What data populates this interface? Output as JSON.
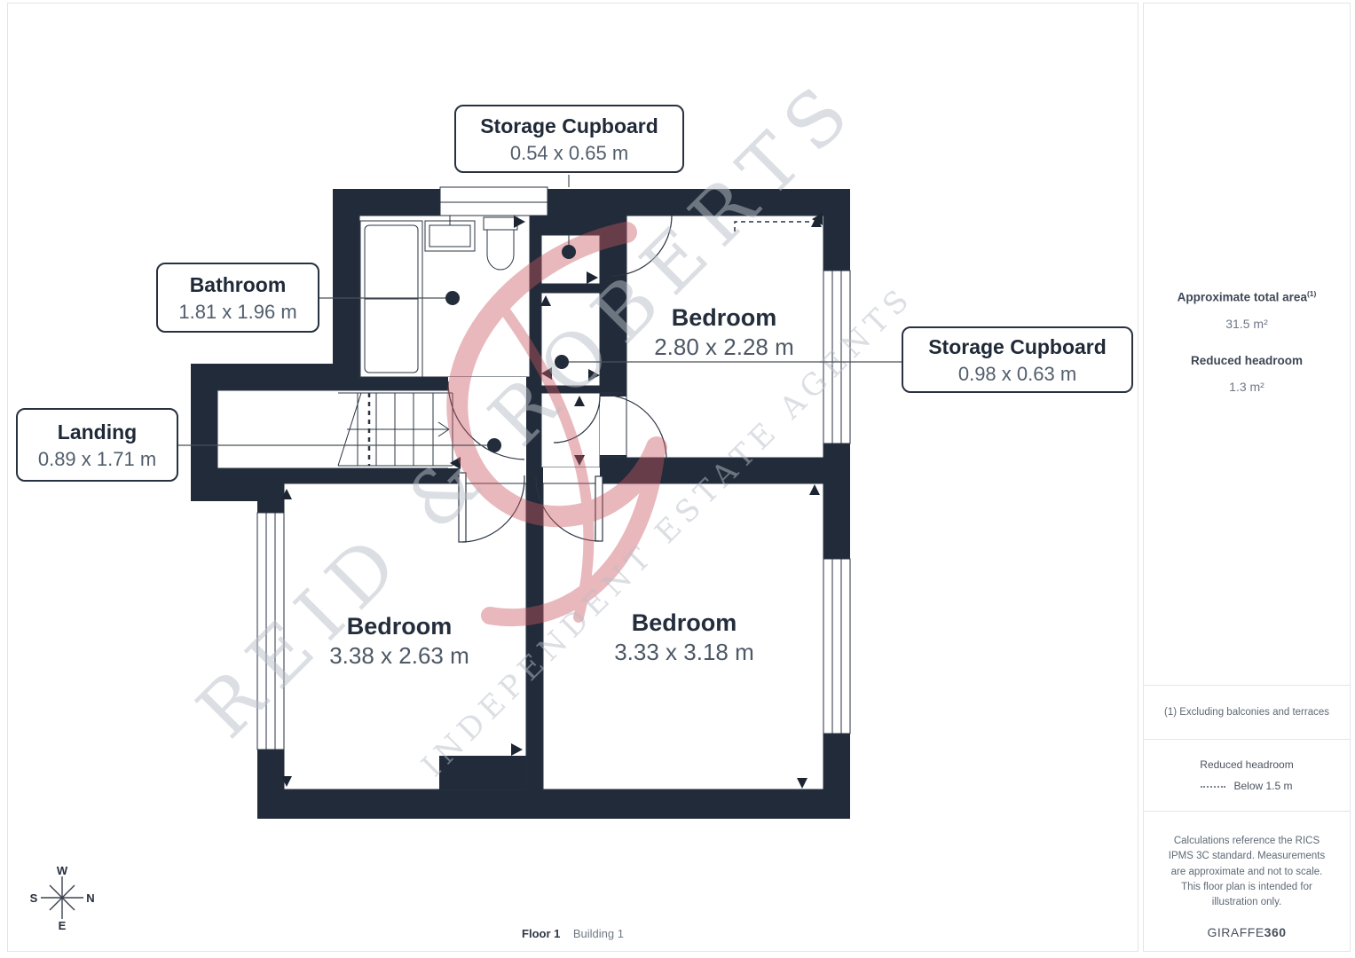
{
  "floor_plan": {
    "callouts": [
      {
        "title": "Storage Cupboard",
        "dims": "0.54 x 0.65 m"
      },
      {
        "title": "Bathroom",
        "dims": "1.81 x 1.96 m"
      },
      {
        "title": "Landing",
        "dims": "0.89 x 1.71 m"
      },
      {
        "title": "Storage Cupboard",
        "dims": "0.98 x 0.63 m"
      }
    ],
    "rooms": [
      {
        "name": "Bedroom",
        "dims": "2.80 x 2.28 m"
      },
      {
        "name": "Bedroom",
        "dims": "3.38 x 2.63 m"
      },
      {
        "name": "Bedroom",
        "dims": "3.33 x 3.18 m"
      }
    ],
    "watermark": {
      "line1": "REID & ROBERTS",
      "line2": "INDEPENDENT ESTATE AGENTS"
    },
    "compass": {
      "top": "W",
      "right": "N",
      "bottom": "E",
      "left": "S"
    }
  },
  "sidebar": {
    "area_label": "Approximate total area",
    "area_sup": "(1)",
    "area_value": "31.5 m²",
    "headroom_label": "Reduced headroom",
    "headroom_value": "1.3 m²",
    "footnote": "(1) Excluding balconies and terraces",
    "legend_title": "Reduced headroom",
    "legend_text": "Below 1.5 m",
    "disclaimer": "Calculations reference the RICS IPMS 3C standard. Measurements are approximate and not to scale. This floor plan is intended for illustration only.",
    "brand_regular": "GIRAFFE",
    "brand_bold": "360"
  },
  "footer": {
    "floor": "Floor 1",
    "building": "Building 1"
  },
  "colors": {
    "wall": "#212b39",
    "watermark_gray": "#b9bec8",
    "watermark_red": "#c95761",
    "text_dark": "#232d3c",
    "text_gray": "#4d5866",
    "panel_border": "#e3e5e9"
  }
}
